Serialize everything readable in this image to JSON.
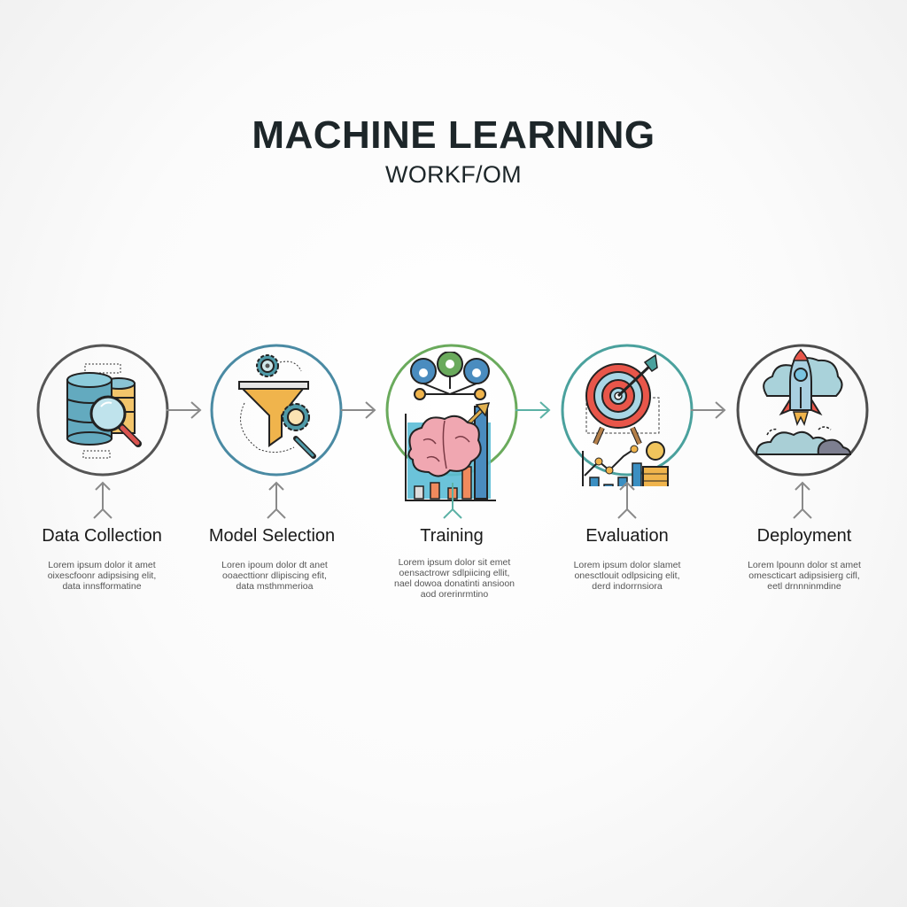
{
  "header": {
    "title": "MACHINE LEARNING",
    "subtitle": "WORKF/OM"
  },
  "colors": {
    "text_dark": "#1d2629",
    "ring_data_collection": "#555555",
    "ring_model_selection": "#4a8aa3",
    "ring_training": "#6aaa5c",
    "ring_evaluation": "#4aa19d",
    "ring_deployment": "#4d4d4d",
    "arrow_gray": "#8a8a8a",
    "arrow_teal": "#5bb1a5"
  },
  "steps": [
    {
      "label": "Data Collection",
      "icon": "database-magnifier-icon",
      "description": [
        "Lorem ipsum dolor it amet",
        "oixescfoonr adipsising elit,",
        "data innsfformatine"
      ]
    },
    {
      "label": "Model Selection",
      "icon": "funnel-gear-icon",
      "description": [
        "Loren ipoum dolor dt anet",
        "ooaecttionr dlipiscing efit,",
        "data msthmmerioa"
      ]
    },
    {
      "label": "Training",
      "icon": "brain-chart-icon",
      "description": [
        "Lorem ipsum dolor sit emet",
        "oensactrowr sdlpiicing ellit,",
        "nael dowoa donatinti ansioon",
        "aod orerinrmtino"
      ]
    },
    {
      "label": "Evaluation",
      "icon": "target-chart-icon",
      "description": [
        "Lorem ipsum dolor slamet",
        "onesctlouit odlpsicing elit,",
        "derd indorrnsiora"
      ]
    },
    {
      "label": "Deployment",
      "icon": "rocket-launch-icon",
      "description": [
        "Lorem lpounn dolor st amet",
        "omescticart adipsisierg cifl,",
        "eetl drnnninmdine"
      ]
    }
  ]
}
